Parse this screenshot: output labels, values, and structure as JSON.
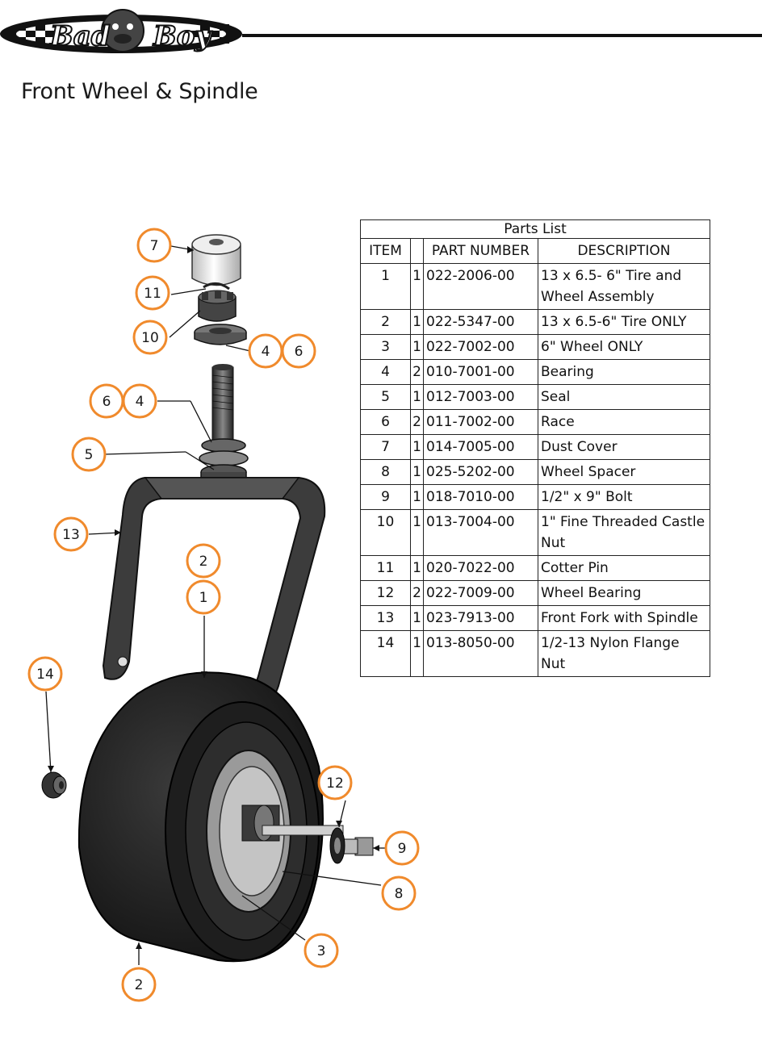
{
  "header": {
    "logo_text": "Bad Boy"
  },
  "page_title": "Front Wheel & Spindle",
  "parts_list": {
    "title": "Parts List",
    "columns": {
      "item": "ITEM",
      "qty": "",
      "part_number": "PART NUMBER",
      "description": "DESCRIPTION"
    },
    "rows": [
      {
        "item": "1",
        "qty": "1",
        "part_number": "022-2006-00",
        "description": "13 x 6.5- 6\" Tire and Wheel Assembly"
      },
      {
        "item": "2",
        "qty": "1",
        "part_number": "022-5347-00",
        "description": "13 x 6.5-6\" Tire ONLY"
      },
      {
        "item": "3",
        "qty": "1",
        "part_number": "022-7002-00",
        "description": "6\" Wheel ONLY"
      },
      {
        "item": "4",
        "qty": "2",
        "part_number": "010-7001-00",
        "description": "Bearing"
      },
      {
        "item": "5",
        "qty": "1",
        "part_number": "012-7003-00",
        "description": "Seal"
      },
      {
        "item": "6",
        "qty": "2",
        "part_number": "011-7002-00",
        "description": "Race"
      },
      {
        "item": "7",
        "qty": "1",
        "part_number": "014-7005-00",
        "description": "Dust Cover"
      },
      {
        "item": "8",
        "qty": "1",
        "part_number": "025-5202-00",
        "description": "Wheel Spacer"
      },
      {
        "item": "9",
        "qty": "1",
        "part_number": "018-7010-00",
        "description": "1/2\" x 9\" Bolt"
      },
      {
        "item": "10",
        "qty": "1",
        "part_number": "013-7004-00",
        "description": "1\" Fine Threaded Castle Nut"
      },
      {
        "item": "11",
        "qty": "1",
        "part_number": "020-7022-00",
        "description": "Cotter Pin"
      },
      {
        "item": "12",
        "qty": "2",
        "part_number": "022-7009-00",
        "description": "Wheel Bearing"
      },
      {
        "item": "13",
        "qty": "1",
        "part_number": "023-7913-00",
        "description": "Front Fork with Spindle"
      },
      {
        "item": "14",
        "qty": "1",
        "part_number": "013-8050-00",
        "description": "1/2-13 Nylon Flange Nut"
      }
    ]
  },
  "callouts": {
    "c7": "7",
    "c11": "11",
    "c10": "10",
    "c4a": "4",
    "c6a": "6",
    "c6b": "6",
    "c4b": "4",
    "c5": "5",
    "c13": "13",
    "c2a": "2",
    "c1": "1",
    "c14": "14",
    "c12": "12",
    "c9": "9",
    "c8": "8",
    "c3": "3",
    "c2b": "2"
  },
  "colors": {
    "callout_ring": "#f08a2c",
    "part_dark": "#2a2a2a",
    "part_mid": "#555555",
    "accent_line": "#111111"
  }
}
